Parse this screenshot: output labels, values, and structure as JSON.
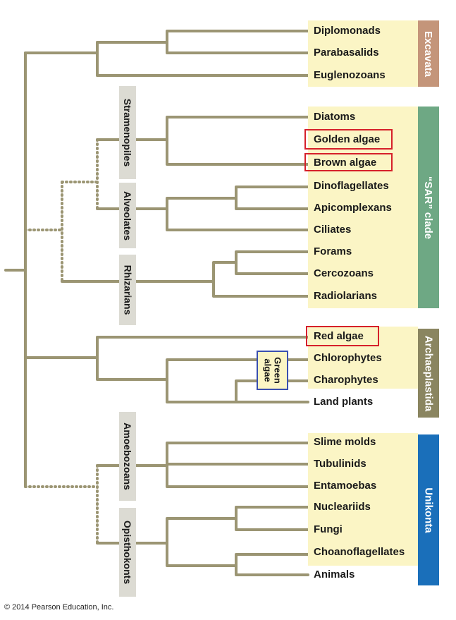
{
  "taxa": [
    {
      "label": "Diplomonads",
      "highlight": null
    },
    {
      "label": "Parabasalids",
      "highlight": null
    },
    {
      "label": "Euglenozoans",
      "highlight": null
    },
    {
      "label": "Diatoms",
      "highlight": null
    },
    {
      "label": "Golden algae",
      "highlight": "red"
    },
    {
      "label": "Brown algae",
      "highlight": "red"
    },
    {
      "label": "Dinoflagellates",
      "highlight": null
    },
    {
      "label": "Apicomplexans",
      "highlight": null
    },
    {
      "label": "Ciliates",
      "highlight": null
    },
    {
      "label": "Forams",
      "highlight": null
    },
    {
      "label": "Cercozoans",
      "highlight": null
    },
    {
      "label": "Radiolarians",
      "highlight": null
    },
    {
      "label": "Red algae",
      "highlight": "red"
    },
    {
      "label": "Chlorophytes",
      "highlight": null
    },
    {
      "label": "Charophytes",
      "highlight": null
    },
    {
      "label": "Land plants",
      "highlight": null
    },
    {
      "label": "Slime molds",
      "highlight": null
    },
    {
      "label": "Tubulinids",
      "highlight": null
    },
    {
      "label": "Entamoebas",
      "highlight": null
    },
    {
      "label": "Nucleariids",
      "highlight": null
    },
    {
      "label": "Fungi",
      "highlight": null
    },
    {
      "label": "Choanoflagellates",
      "highlight": null
    },
    {
      "label": "Animals",
      "highlight": null
    }
  ],
  "supergroups": [
    {
      "label": "Excavata",
      "color": "#c4957a"
    },
    {
      "label": "“SAR” clade",
      "color": "#6ea884"
    },
    {
      "label": "Archaeplastida",
      "color": "#8a8560"
    },
    {
      "label": "Unikonta",
      "color": "#1a6fba"
    }
  ],
  "subgroups": [
    "Stramenopiles",
    "Alveolates",
    "Rhizarians",
    "Amoebozoans",
    "Opisthokonts"
  ],
  "green_algae_label": "Green algae",
  "green_algae_border_color": "#3a4fb0",
  "highlight_color": "#d6202a",
  "branch_color": "#9b9573",
  "taxon_box_color": "#fbf5c5",
  "subgroup_box_color": "#dcdbd3",
  "credit": "© 2014 Pearson Education, Inc."
}
